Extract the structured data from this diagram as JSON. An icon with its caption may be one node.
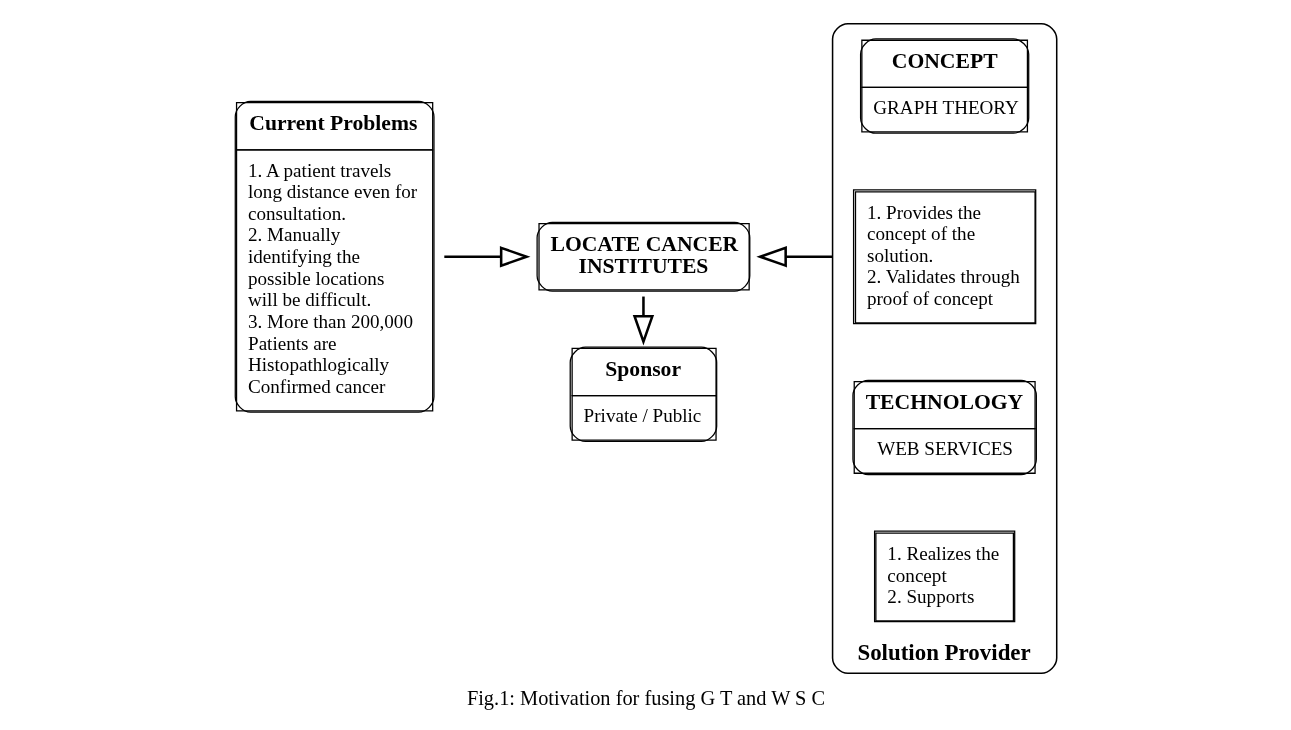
{
  "diagram": {
    "caption": "Fig.1: Motivation for fusing G T and W S C",
    "nodes": [
      {
        "text": [
          "Current Problems",
          "1. A patient travels long distance even for consultation.",
          "2. Manually identifying the possible locations will be difficult.",
          "3. More than 200,000 Patients are Histopathlogically Confirmed cancer"
        ]
      },
      {
        "text": [
          "LOCATE CANCER INSTITUTES"
        ]
      },
      {
        "text": [
          "Sponsor",
          "Private / Public"
        ]
      },
      {
        "text": [
          "Solution Provider"
        ]
      },
      {
        "text": [
          "CONCEPT",
          "GRAPH THEORY"
        ],
        "in": 3
      },
      {
        "text": [
          "1. Provides the concept of the solution.",
          "2. Validates through proof of concept"
        ],
        "in": 3
      },
      {
        "text": [
          "TECHNOLOGY",
          "WEB SERVICES"
        ],
        "in": 3
      },
      {
        "text": [
          "1. Realizes the concept",
          "2. Supports"
        ],
        "in": 3
      }
    ],
    "edges": [
      {
        "from": 0,
        "to": 1,
        "arrow": "to"
      },
      {
        "from": 3,
        "to": 1,
        "arrow": "to"
      },
      {
        "from": 1,
        "to": 2,
        "arrow": "to"
      }
    ]
  }
}
